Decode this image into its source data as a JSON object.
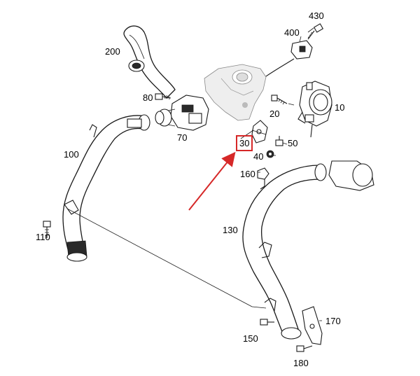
{
  "diagram": {
    "highlight_color": "#d62828",
    "highlighted_callout": "30",
    "callouts": [
      {
        "id": "c430",
        "label": "430"
      },
      {
        "id": "c400",
        "label": "400"
      },
      {
        "id": "c200",
        "label": "200"
      },
      {
        "id": "c80",
        "label": "80"
      },
      {
        "id": "c20",
        "label": "20"
      },
      {
        "id": "c10",
        "label": "10"
      },
      {
        "id": "c70",
        "label": "70"
      },
      {
        "id": "c100",
        "label": "100"
      },
      {
        "id": "c30",
        "label": "30"
      },
      {
        "id": "c50",
        "label": "50"
      },
      {
        "id": "c40",
        "label": "40"
      },
      {
        "id": "c160",
        "label": "160"
      },
      {
        "id": "c110",
        "label": "110"
      },
      {
        "id": "c130",
        "label": "130"
      },
      {
        "id": "c170",
        "label": "170"
      },
      {
        "id": "c150",
        "label": "150"
      },
      {
        "id": "c180",
        "label": "180"
      }
    ]
  }
}
